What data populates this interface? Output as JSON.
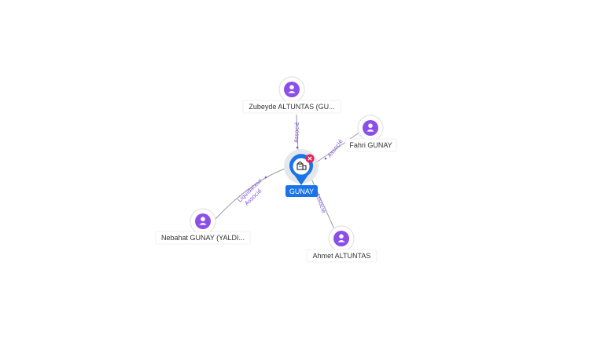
{
  "center": {
    "label": "GUNAY",
    "icon": "company-building-icon",
    "badge_icon": "close-icon",
    "pin_color": "#1a73e8",
    "badge_color": "#e0245e"
  },
  "people": [
    {
      "id": "zubeyde",
      "label": "Zubeyde ALTUNTAS (GU...",
      "icon": "person-icon",
      "relation": [
        "Associé"
      ]
    },
    {
      "id": "fahri",
      "label": "Fahri GUNAY",
      "icon": "person-icon",
      "relation": [
        "Associé"
      ]
    },
    {
      "id": "ahmet",
      "label": "Ahmet ALTUNTAS",
      "icon": "person-icon",
      "relation": [
        "Associé"
      ]
    },
    {
      "id": "nebahat",
      "label": "Nebahat GUNAY (YALDI...",
      "icon": "person-icon",
      "relation": [
        "Liquidateur",
        "Associé"
      ]
    }
  ],
  "colors": {
    "person_icon": "#8b4fe8",
    "edge_label": "#7a4fd6",
    "edge": "#9a9a9a"
  }
}
